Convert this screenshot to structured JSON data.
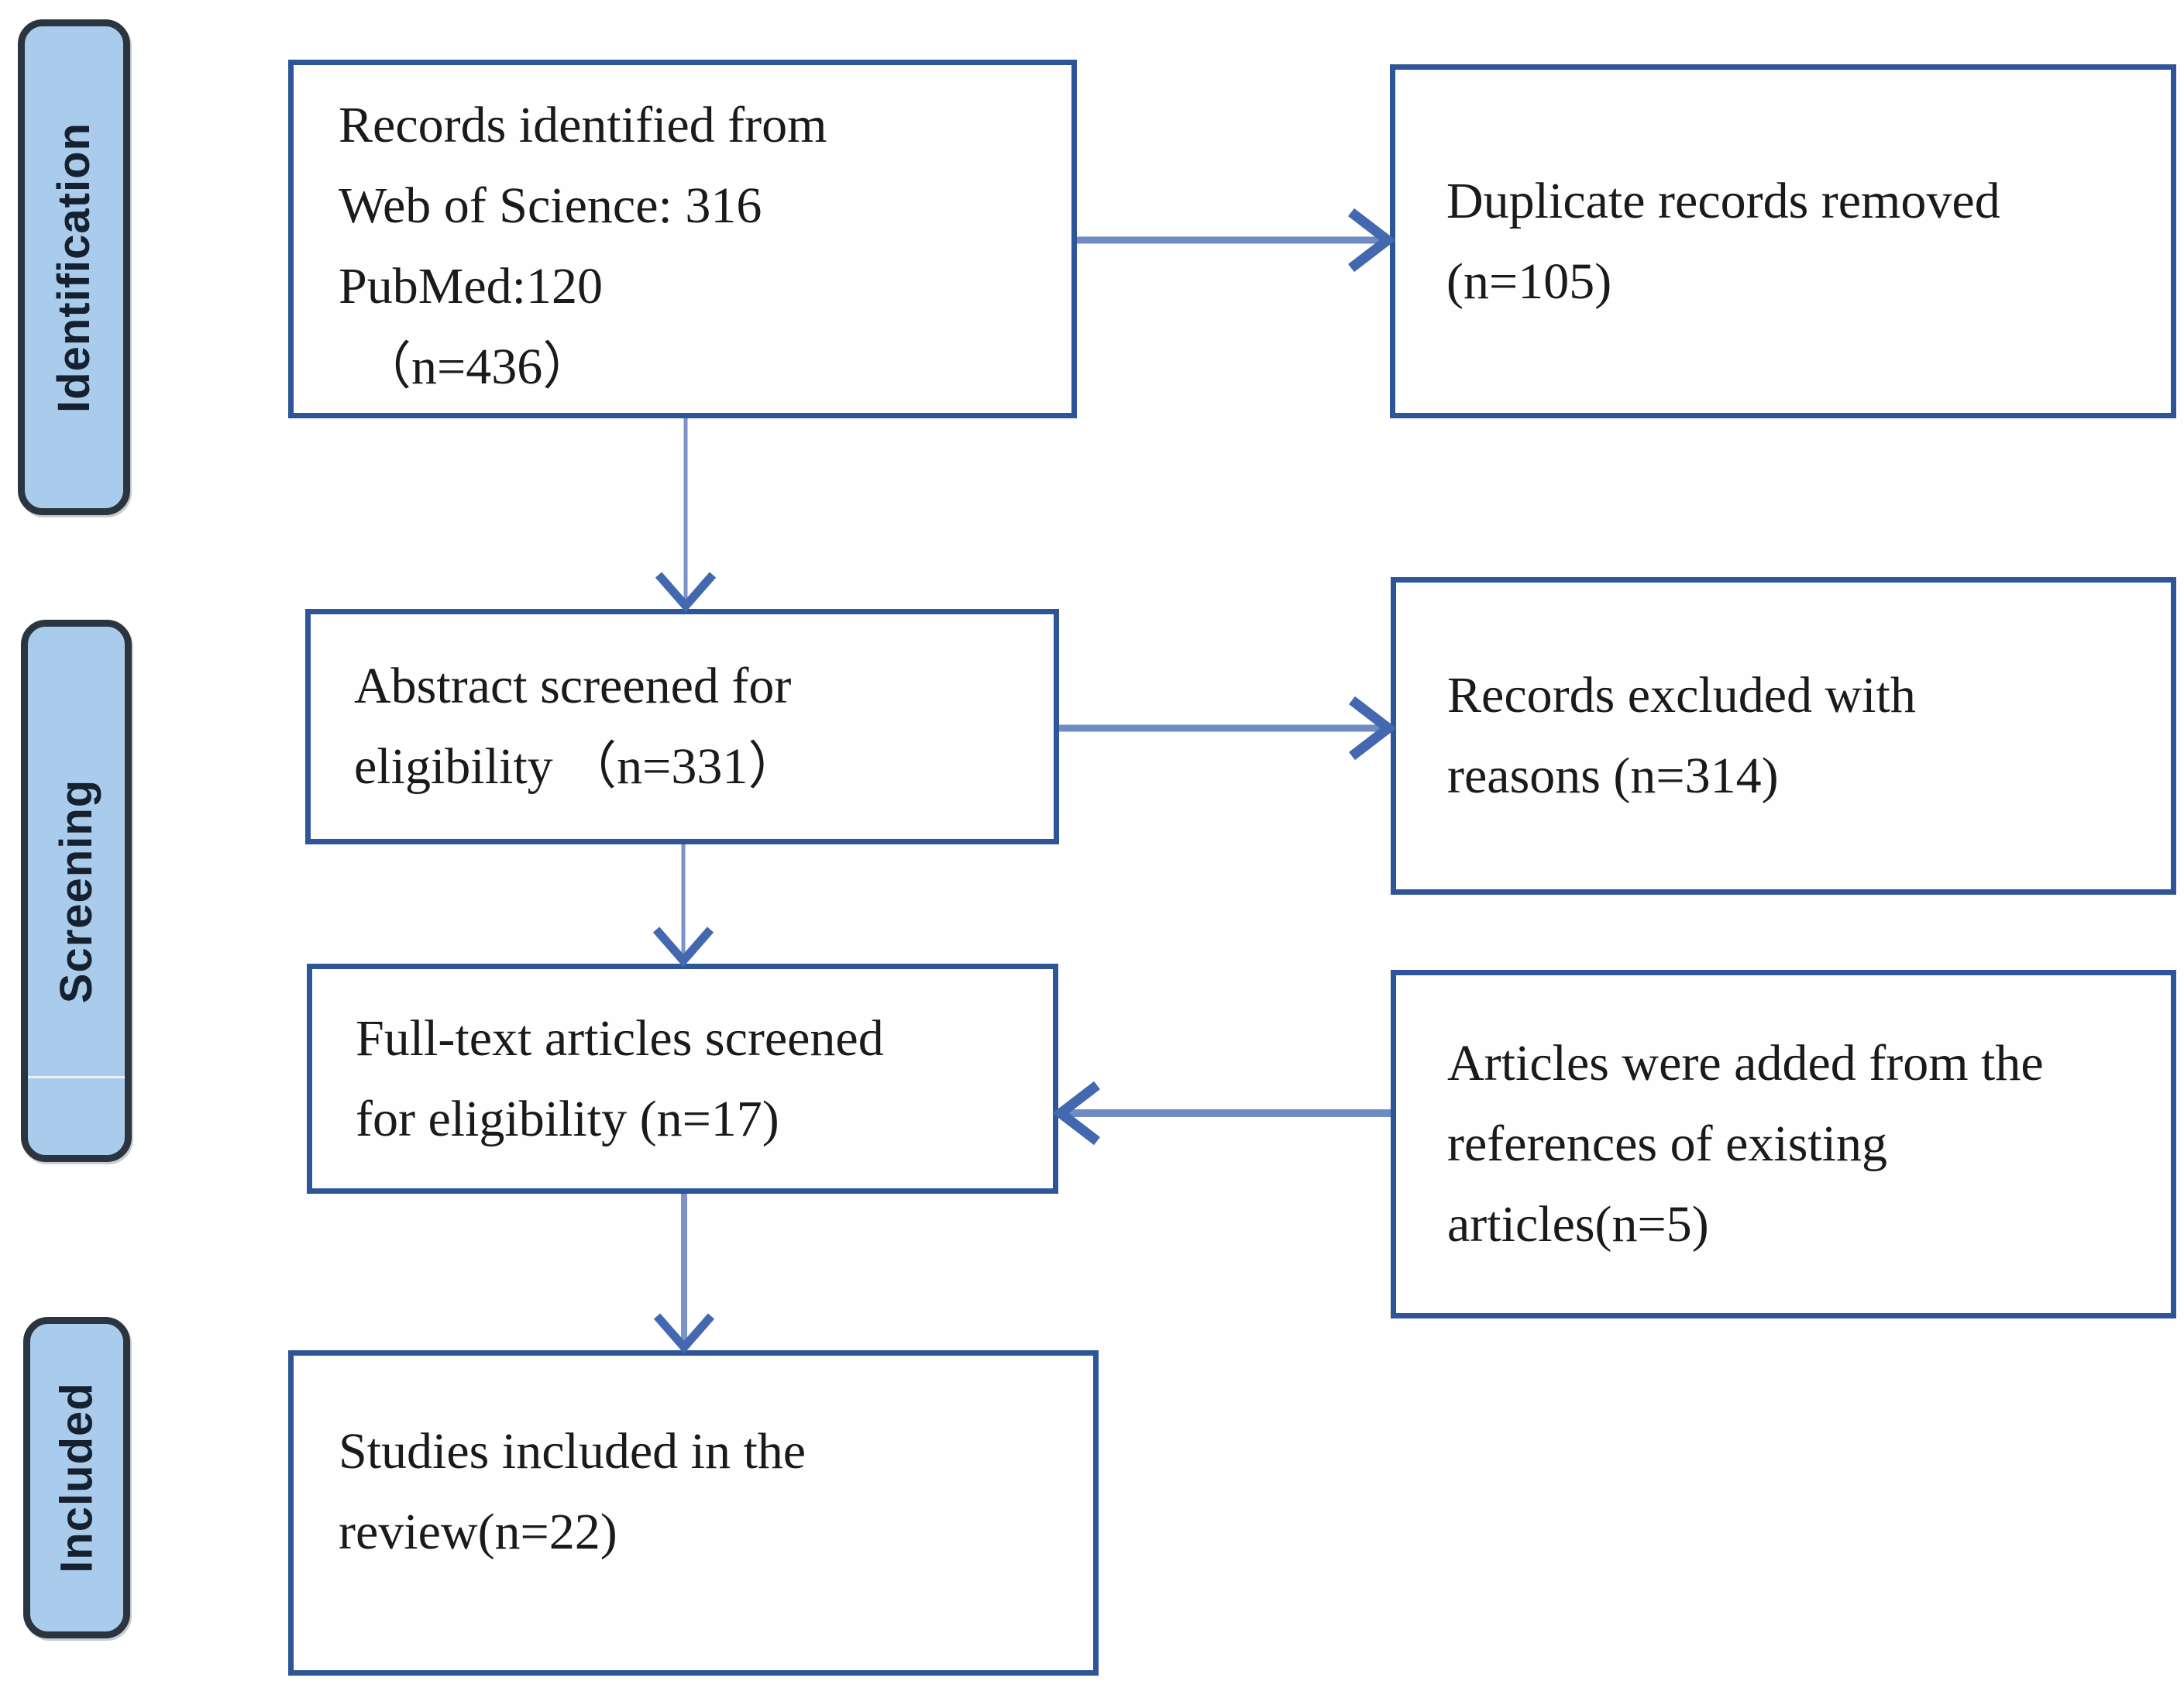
{
  "stages": {
    "identification": "Identification",
    "screening": "Screening",
    "included": "Included"
  },
  "boxes": {
    "records_identified": {
      "lines": [
        "Records identified from",
        "Web of Science: 316",
        "PubMed:120",
        "（n=436）"
      ]
    },
    "duplicates_removed": {
      "lines": [
        "Duplicate records removed",
        "(n=105)"
      ]
    },
    "abstract_screened": {
      "lines": [
        "Abstract screened for",
        "eligibility （n=331）"
      ]
    },
    "records_excluded": {
      "lines": [
        "Records excluded with",
        "reasons (n=314)"
      ]
    },
    "fulltext_screened": {
      "lines": [
        "Full-text articles screened",
        "for eligibility (n=17)"
      ]
    },
    "articles_added": {
      "lines": [
        "Articles were added from the",
        "references of  existing",
        "articles(n=5)"
      ]
    },
    "studies_included": {
      "lines": [
        "Studies included in the",
        "review(n=22)"
      ]
    }
  },
  "counts": {
    "identified_total": 436,
    "web_of_science": 316,
    "pubmed": 120,
    "duplicates_removed": 105,
    "abstracts_screened": 331,
    "records_excluded": 314,
    "fulltext_screened": 17,
    "articles_added_from_references": 5,
    "studies_included": 22
  },
  "colors": {
    "box_border": "#2e5597",
    "pill_fill": "#a9ccec",
    "pill_border": "#2b3540",
    "arrow_shaft": "#6f8bc3",
    "arrow_head": "#4468b0",
    "text": "#1a1a1a"
  }
}
